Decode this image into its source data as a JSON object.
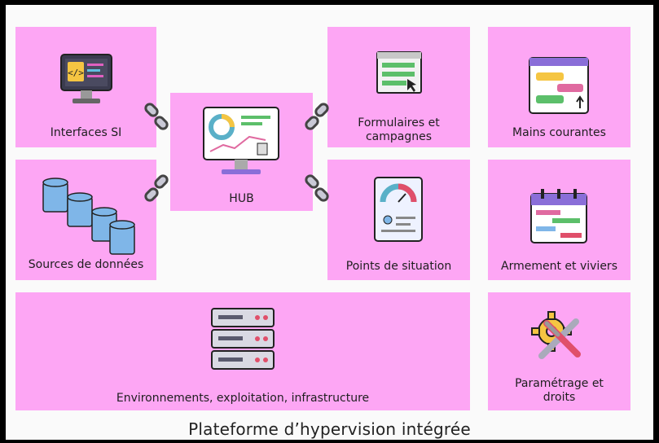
{
  "title": "Plateforme d’hypervision intégrée",
  "nodes": {
    "interfaces": "Interfaces SI",
    "sources": "Sources de données",
    "hub": "HUB",
    "formulaires": "Formulaires et campagnes",
    "formulaires_l1": "Formulaires et",
    "formulaires_l2": "campagnes",
    "mains": "Mains courantes",
    "points": "Points de situation",
    "armement": "Armement et viviers",
    "environnements": "Environnements, exploitation, infrastructure",
    "parametrage_l1": "Paramétrage et",
    "parametrage_l2": "droits"
  },
  "colors": {
    "box": "#fda6f4",
    "background": "#fafafa",
    "frame": "#000000"
  }
}
